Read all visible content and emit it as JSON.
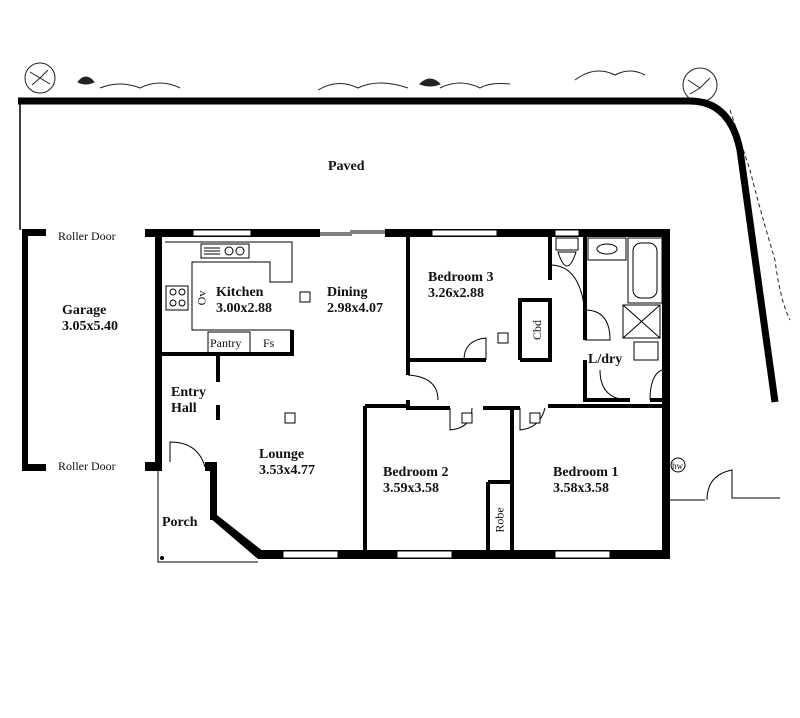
{
  "outdoor": {
    "paved": "Paved",
    "roller_door_top": "Roller Door",
    "roller_door_bottom": "Roller Door"
  },
  "rooms": {
    "garage": {
      "name": "Garage",
      "size": "3.05x5.40"
    },
    "kitchen": {
      "name": "Kitchen",
      "size": "3.00x2.88"
    },
    "dining": {
      "name": "Dining",
      "size": "2.98x4.07"
    },
    "bedroom3": {
      "name": "Bedroom 3",
      "size": "3.26x2.88"
    },
    "entry": {
      "name_line1": "Entry",
      "name_line2": "Hall"
    },
    "lounge": {
      "name": "Lounge",
      "size": "3.53x4.77"
    },
    "bedroom2": {
      "name": "Bedroom 2",
      "size": "3.59x3.58"
    },
    "bedroom1": {
      "name": "Bedroom 1",
      "size": "3.58x3.58"
    },
    "porch": {
      "name": "Porch"
    },
    "laundry": {
      "name": "L/dry"
    }
  },
  "fixtures": {
    "pantry": "Pantry",
    "fridge": "Fs",
    "oven": "Ov",
    "cupboard": "Cbd",
    "robe": "Robe",
    "hot_water": "hw"
  }
}
